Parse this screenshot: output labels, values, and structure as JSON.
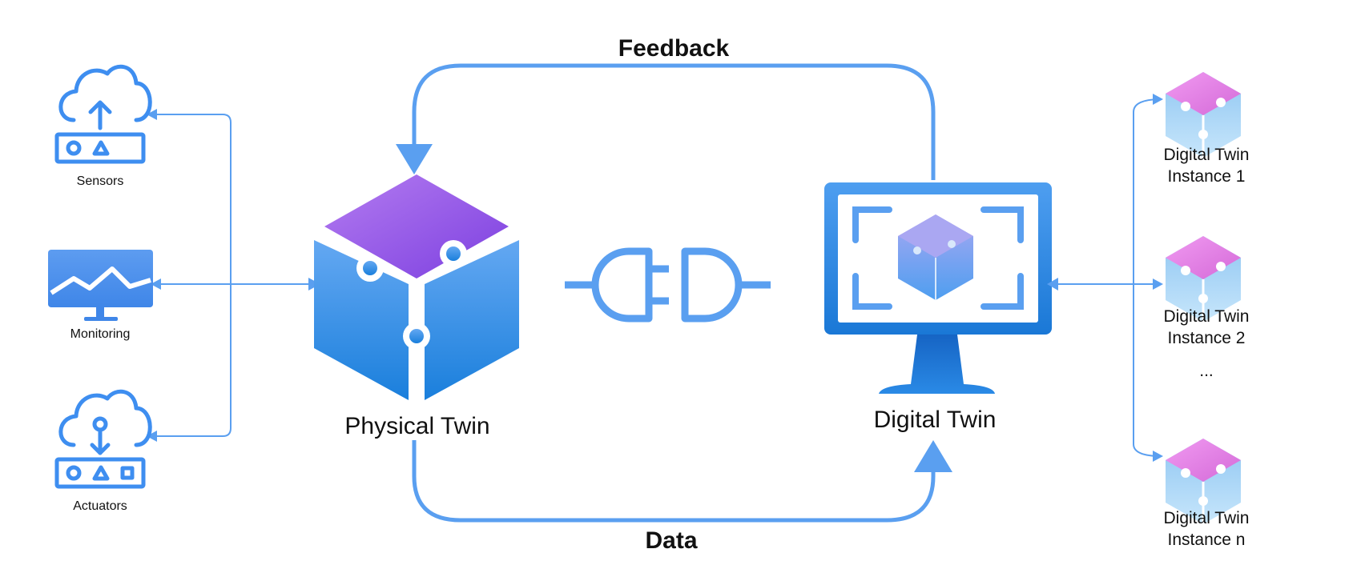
{
  "labels": {
    "feedback": "Feedback",
    "data": "Data",
    "physical_twin": "Physical Twin",
    "digital_twin": "Digital Twin"
  },
  "devices": [
    {
      "label": "Sensors",
      "icon": "cloud-upload-router-icon"
    },
    {
      "label": "Monitoring",
      "icon": "monitor-chart-icon"
    },
    {
      "label": "Actuators",
      "icon": "cloud-download-router-icon"
    }
  ],
  "instances": [
    {
      "line1": "Digital Twin",
      "line2": "Instance 1"
    },
    {
      "line1": "Digital Twin",
      "line2": "Instance 2"
    },
    {
      "line1": "Digital Twin",
      "line2": "Instance n"
    }
  ],
  "ellipsis": "...",
  "colors": {
    "line_blue": "#5a9ff0",
    "icon_blue": "#1e88e5",
    "purple": "#8a4fe6",
    "pink": "#e07ee0",
    "light_blue": "#9fd1f5"
  }
}
